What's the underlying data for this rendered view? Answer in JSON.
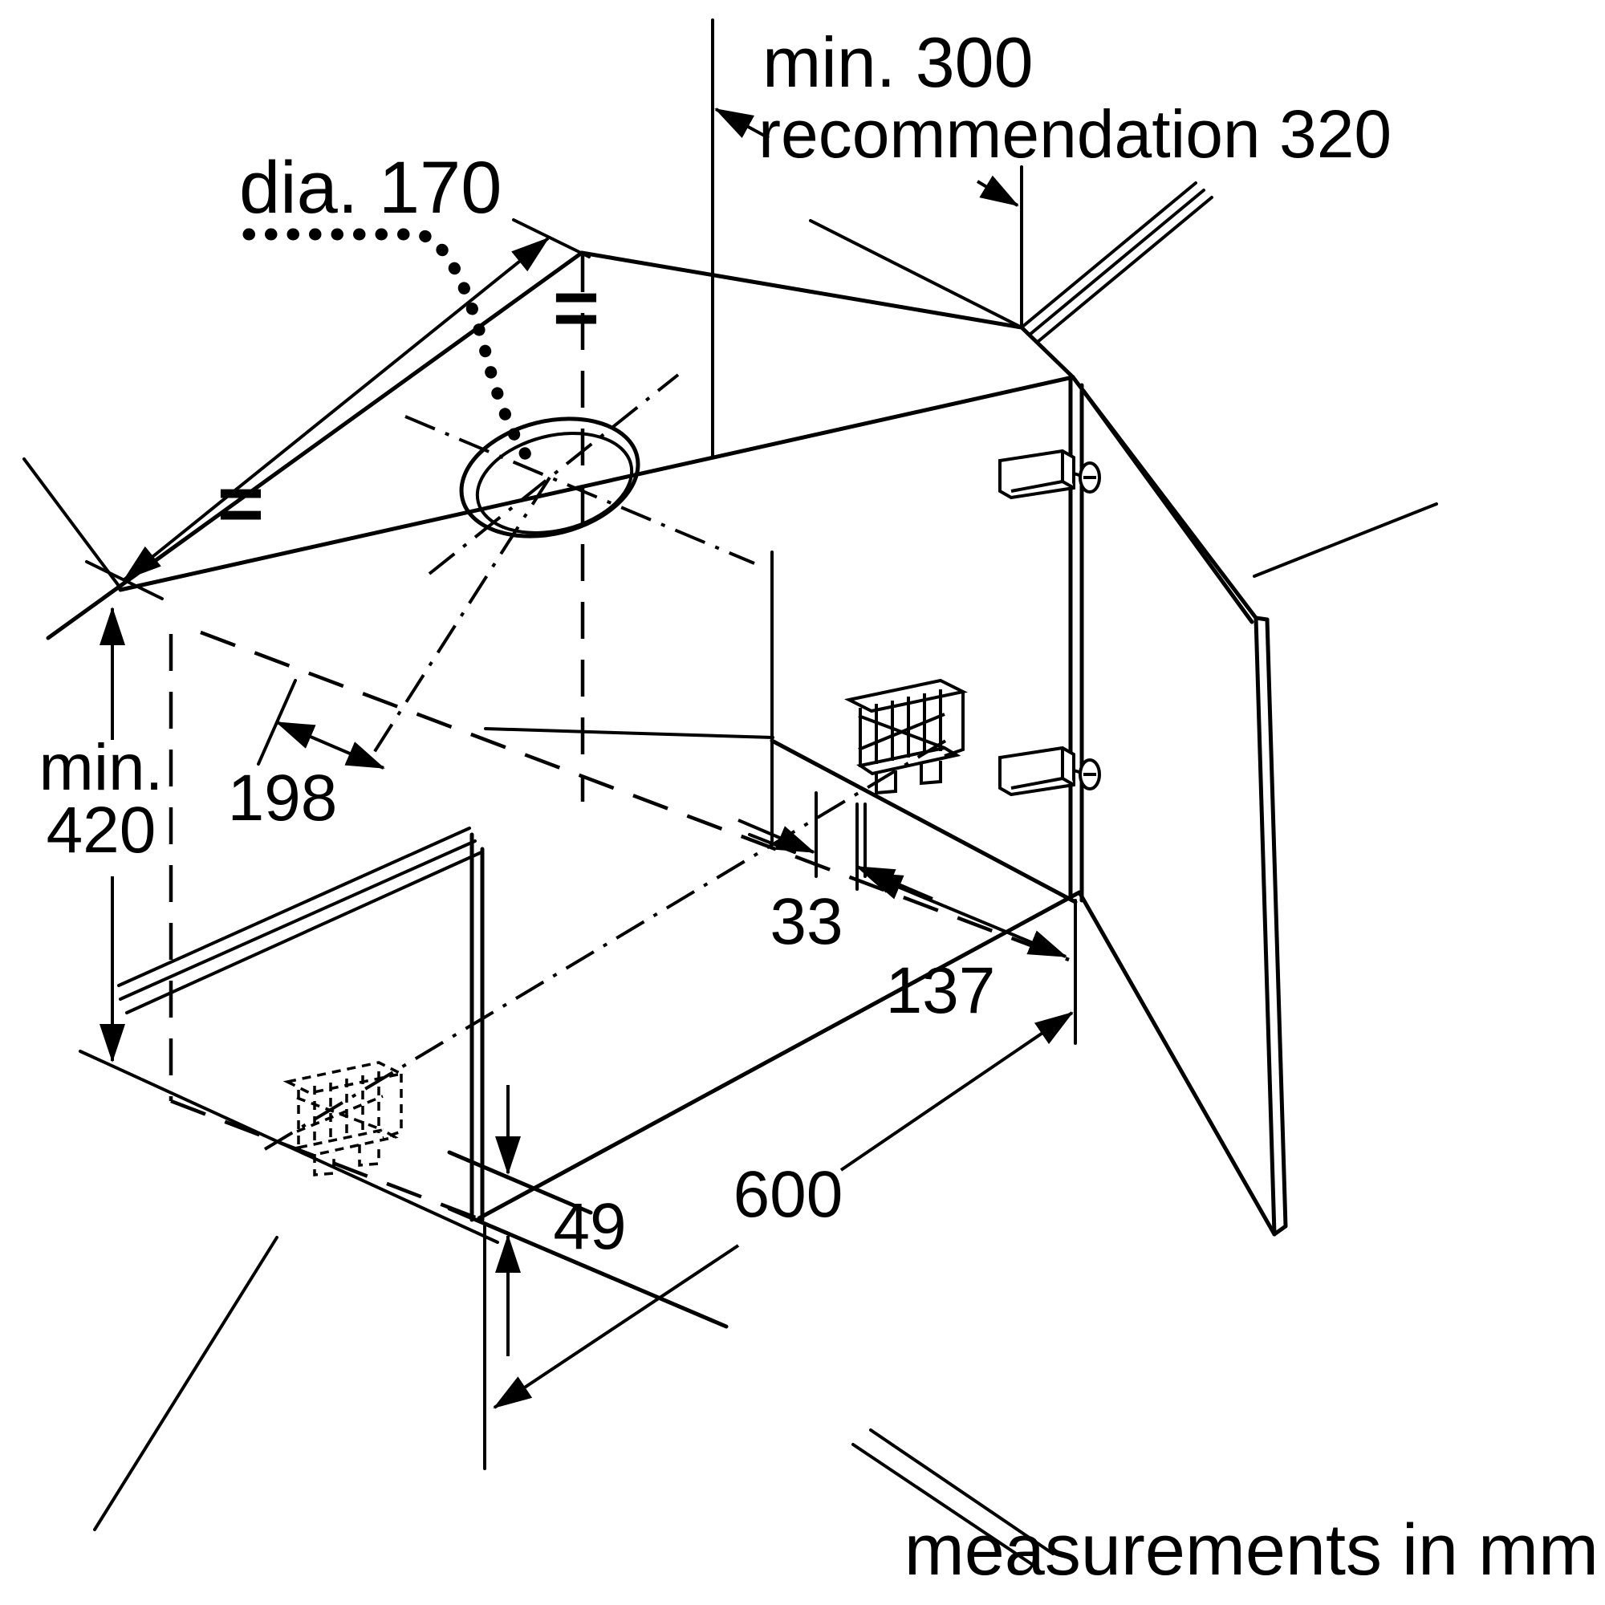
{
  "diagram": {
    "footer": "measurements in mm",
    "hole": {
      "diameter_label": "dia. 170",
      "equal_left": "=",
      "equal_right": "="
    },
    "clearance": {
      "minimum": "min. 300",
      "recommended": "recommendation 320"
    },
    "dimensions": {
      "hole_offset": "198",
      "niche_height_prefix": "min.",
      "niche_height_value": "420",
      "bracket_offset": "33",
      "axis_to_front": "137",
      "bottom_gap": "49",
      "cabinet_width": "600"
    }
  }
}
